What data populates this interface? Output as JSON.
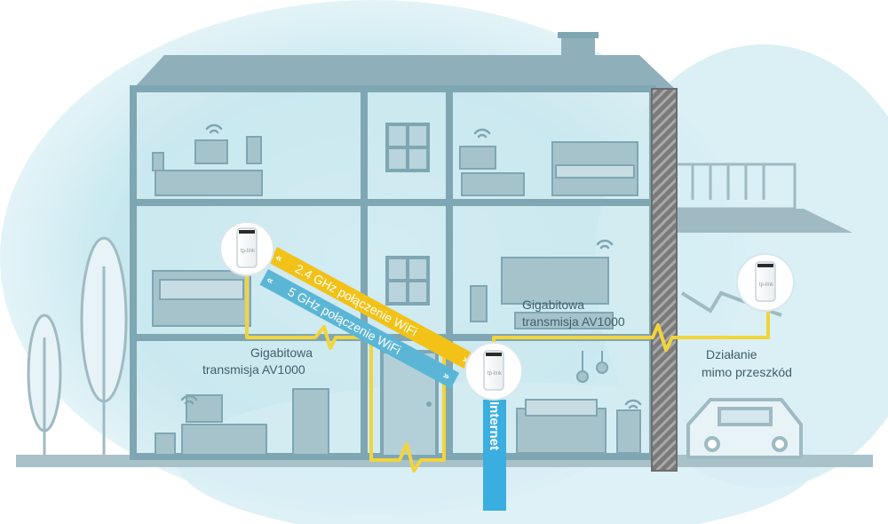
{
  "labels": {
    "band_24": "2.4 GHz połączenie WiFi",
    "band_5": "5 GHz połączenie WiFi",
    "powerline_left_line1": "Gigabitowa",
    "powerline_left_line2": "transmisja AV1000",
    "powerline_right_line1": "Gigabitowa",
    "powerline_right_line2": "transmisja AV1000",
    "wall_line1": "Działanie",
    "wall_line2": "mimo przeszkód",
    "internet": "Internet"
  },
  "arrows": {
    "forward": "»",
    "back": "«"
  },
  "device": {
    "brand": "tp-link"
  },
  "colors": {
    "powerline": "#f2d43b",
    "band_24": "#f2c218",
    "band_5": "#5bb6d6",
    "internet": "#3aaee0",
    "house": "#7fa6b3",
    "glow": "#bfe3ec",
    "wall_hatch": "#6d6d6d"
  },
  "icons": [
    "wifi-icon",
    "mesh-unit-icon",
    "tree-icon",
    "car-icon",
    "chimney-icon"
  ]
}
